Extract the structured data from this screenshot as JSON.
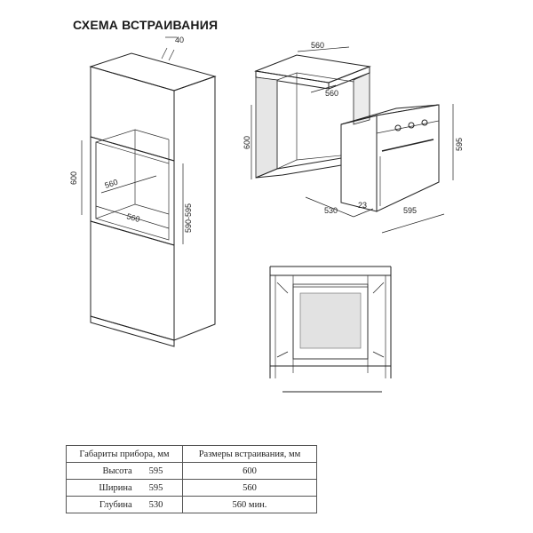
{
  "title": "СХЕМА ВСТРАИВАНИЯ",
  "cabinet_dims": {
    "top_gap": "40",
    "niche_height": "600",
    "inner_depth": "560",
    "niche_width": "560",
    "side_height": "590-595"
  },
  "niche_dims": {
    "width": "560",
    "depth": "560",
    "height": "600"
  },
  "oven_dims": {
    "depth": "530",
    "panel": "23",
    "width": "595",
    "height": "595"
  },
  "table": {
    "headers": [
      "Габариты прибора, мм",
      "Размеры встраивания, мм"
    ],
    "rows": [
      {
        "label": "Высота",
        "device": "595",
        "install": "600"
      },
      {
        "label": "Ширина",
        "device": "595",
        "install": "560"
      },
      {
        "label": "Глубина",
        "device": "530",
        "install": "560 мин."
      }
    ]
  }
}
